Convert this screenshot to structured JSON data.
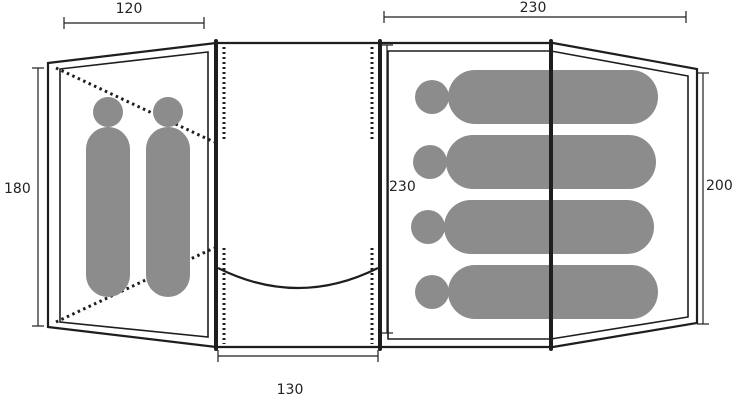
{
  "diagram": {
    "dimensions": {
      "left_width": "120",
      "right_width": "230",
      "left_depth": "180",
      "center_depth": "230",
      "right_depth": "200",
      "center_width": "130"
    },
    "sleepers": {
      "left_cabin": 2,
      "right_cabin": 4
    },
    "colors": {
      "outline": "#1e1e1e",
      "sleeper": "#8c8c8c",
      "background": "#ffffff"
    }
  }
}
